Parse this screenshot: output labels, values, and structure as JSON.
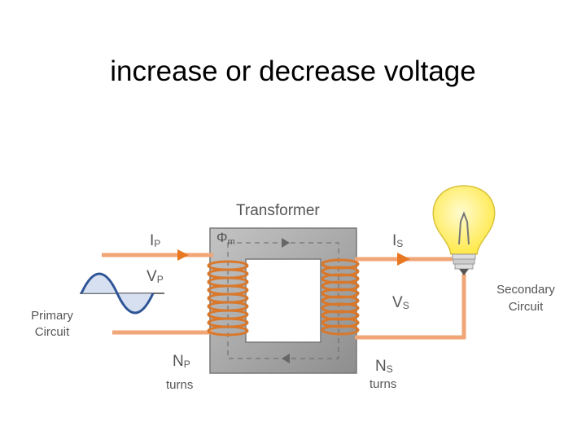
{
  "slide": {
    "title": "increase or decrease voltage"
  },
  "diagram": {
    "core_label": "Transformer",
    "flux_symbol": "Φ",
    "flux_subscript": "m",
    "primary": {
      "current": "I",
      "current_sub": "P",
      "voltage": "V",
      "voltage_sub": "P",
      "turns_symbol": "N",
      "turns_sub": "P",
      "turns_word": "turns",
      "circuit_line1": "Primary",
      "circuit_line2": "Circuit"
    },
    "secondary": {
      "current": "I",
      "current_sub": "S",
      "voltage": "V",
      "voltage_sub": "S",
      "turns_symbol": "N",
      "turns_sub": "S",
      "turns_word": "turns",
      "circuit_line1": "Secondary",
      "circuit_line2": "Circuit"
    },
    "colors": {
      "wire": "#f0a676",
      "coil": "#d9782b",
      "core": "#a8a8a8",
      "sine": "#2f5597",
      "bulb": "#fff06a",
      "arrow": "#e87722"
    }
  }
}
